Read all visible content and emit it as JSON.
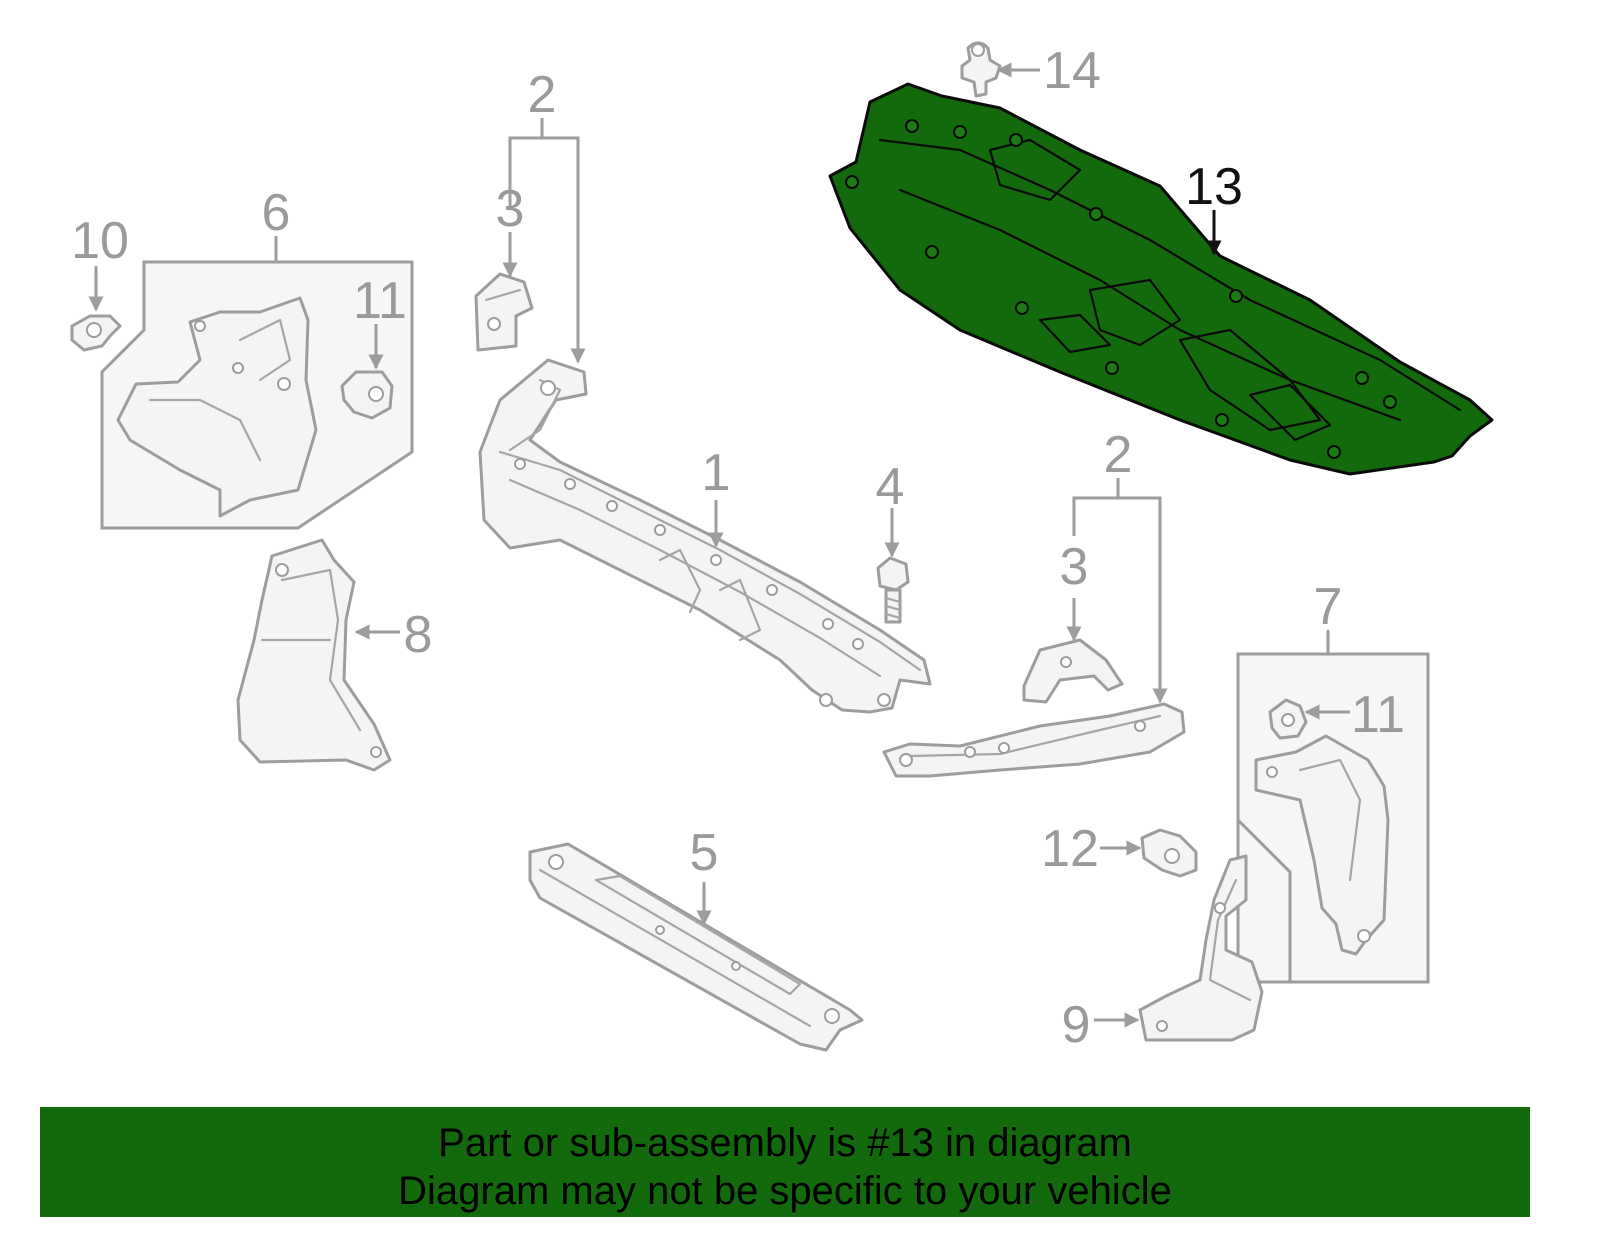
{
  "colors": {
    "highlight_fill": "#136a0c",
    "part_stroke": "#9d9d9d",
    "highlight_stroke": "#0b0b0b",
    "banner_bg": "#136a0c"
  },
  "callouts": {
    "c1": "1",
    "c2a": "2",
    "c2b": "2",
    "c3a": "3",
    "c3b": "3",
    "c4": "4",
    "c5": "5",
    "c6": "6",
    "c7": "7",
    "c8": "8",
    "c9": "9",
    "c10": "10",
    "c11a": "11",
    "c11b": "11",
    "c12": "12",
    "c13": "13",
    "c14": "14"
  },
  "banner": {
    "line1": "Part or sub-assembly is #13 in diagram",
    "line2": "Diagram may not be specific to your vehicle"
  }
}
